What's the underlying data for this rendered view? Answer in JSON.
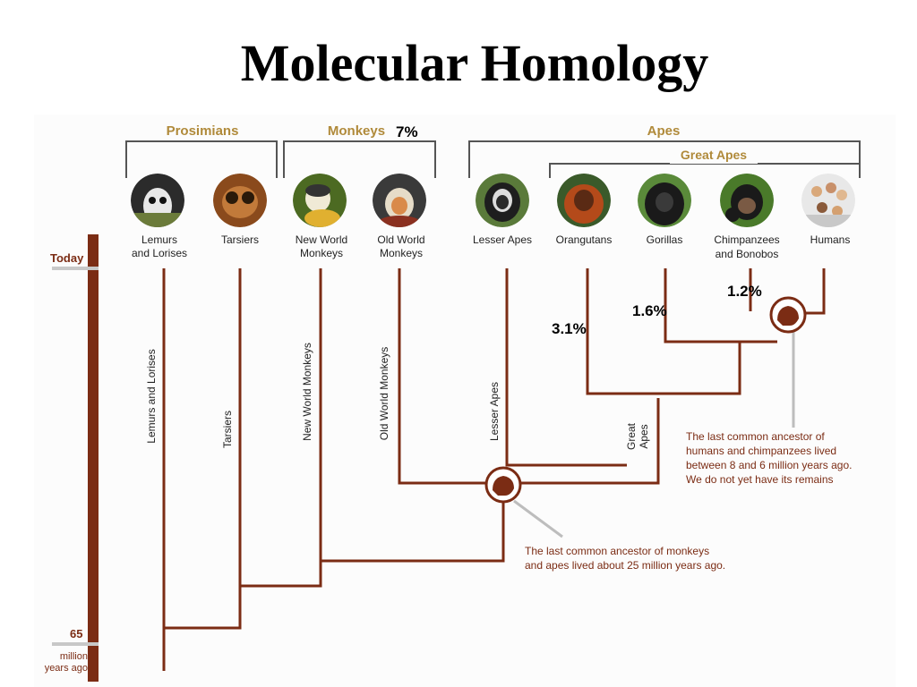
{
  "title": "Molecular Homology",
  "groups": {
    "prosimians": "Prosimians",
    "monkeys": "Monkeys",
    "apes": "Apes",
    "great_apes": "Great Apes"
  },
  "taxa": [
    {
      "line1": "Lemurs",
      "line2": "and Lorises"
    },
    {
      "line1": "Tarsiers",
      "line2": ""
    },
    {
      "line1": "New World",
      "line2": "Monkeys"
    },
    {
      "line1": "Old World",
      "line2": "Monkeys"
    },
    {
      "line1": "Lesser Apes",
      "line2": ""
    },
    {
      "line1": "Orangutans",
      "line2": ""
    },
    {
      "line1": "Gorillas",
      "line2": ""
    },
    {
      "line1": "Chimpanzees",
      "line2": "and Bonobos"
    },
    {
      "line1": "Humans",
      "line2": ""
    }
  ],
  "branch_labels": {
    "lemurs": "Lemurs and Lorises",
    "tarsiers": "Tarsiers",
    "new_world": "New World Monkeys",
    "old_world": "Old World Monkeys",
    "lesser_apes": "Lesser Apes",
    "great_apes_1": "Great",
    "great_apes_2": "Apes"
  },
  "timeline": {
    "today": "Today",
    "value": "65",
    "unit_1": "million",
    "unit_2": "years ago"
  },
  "annotations": {
    "monkeys_apes": [
      "The last common ancestor of monkeys",
      "and apes lived about 25 million years ago."
    ],
    "humans_chimps": [
      "The last common ancestor of",
      "humans and chimpanzees lived",
      "between 8 and 6 million years ago.",
      "We do not yet have its remains"
    ]
  },
  "percentages": {
    "old_world": "7%",
    "orangutans": "3.1%",
    "gorillas": "1.6%",
    "chimpanzees": "1.2%"
  },
  "colors": {
    "branch": "#7b2c14",
    "group_label": "#b08a3a",
    "bracket": "#555555",
    "annotation": "#7b2c14",
    "pointer": "#bdbdbd"
  }
}
